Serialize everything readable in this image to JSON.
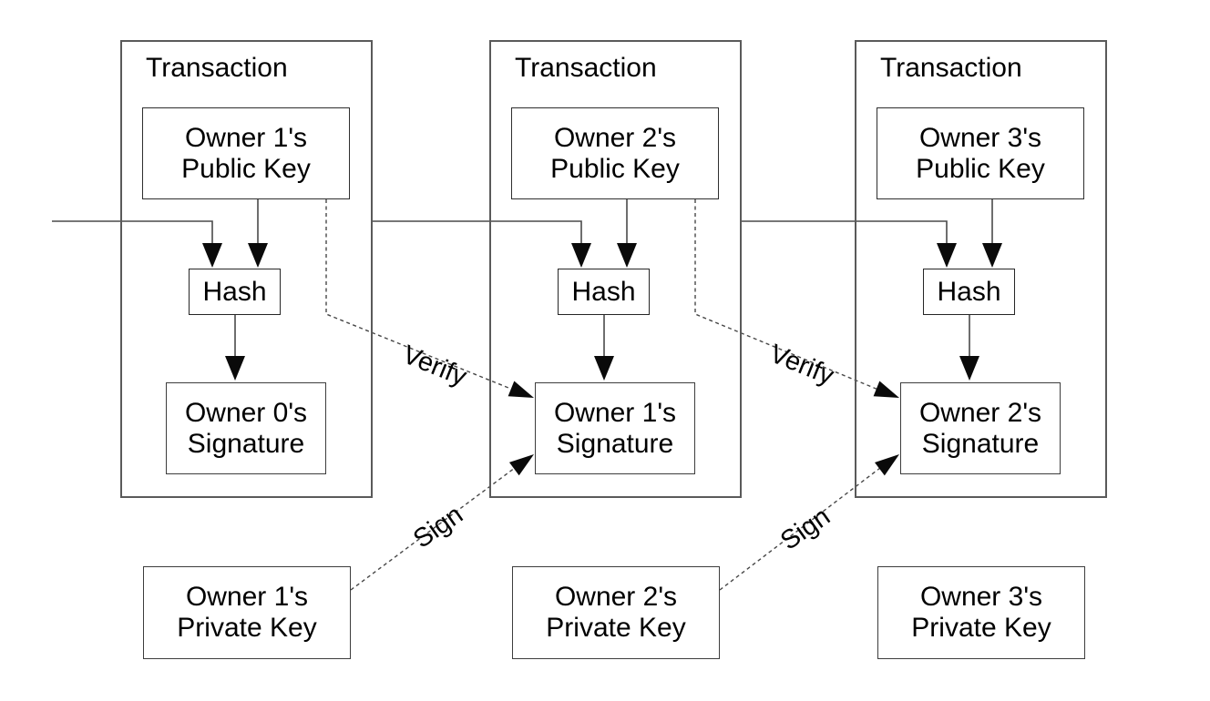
{
  "canvas": {
    "background": "#ffffff",
    "line_color": "#4a4a4a",
    "arrow_color": "#0a0a0a",
    "text_color": "#000000"
  },
  "transactions": [
    {
      "title": "Transaction",
      "public_key": {
        "line1": "Owner 1's",
        "line2": "Public Key"
      },
      "hash_label": "Hash",
      "signature": {
        "line1": "Owner 0's",
        "line2": "Signature"
      }
    },
    {
      "title": "Transaction",
      "public_key": {
        "line1": "Owner 2's",
        "line2": "Public Key"
      },
      "hash_label": "Hash",
      "signature": {
        "line1": "Owner 1's",
        "line2": "Signature"
      }
    },
    {
      "title": "Transaction",
      "public_key": {
        "line1": "Owner 3's",
        "line2": "Public Key"
      },
      "hash_label": "Hash",
      "signature": {
        "line1": "Owner 2's",
        "line2": "Signature"
      }
    }
  ],
  "private_keys": [
    {
      "line1": "Owner 1's",
      "line2": "Private Key"
    },
    {
      "line1": "Owner 2's",
      "line2": "Private Key"
    },
    {
      "line1": "Owner 3's",
      "line2": "Private Key"
    }
  ],
  "edge_labels": {
    "verify": "Verify",
    "sign": "Sign"
  }
}
